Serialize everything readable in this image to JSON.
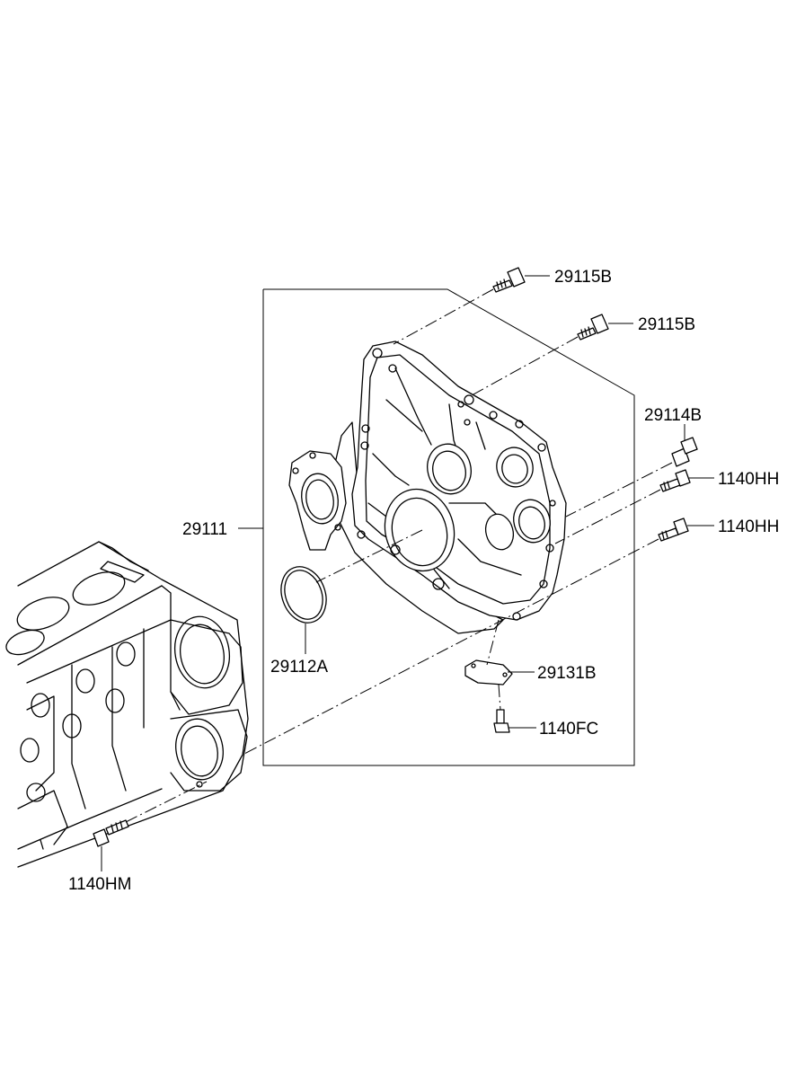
{
  "labels": {
    "bolt_29115b_top": "29115B",
    "bolt_29115b_mid": "29115B",
    "bolt_29114b": "29114B",
    "bolt_1140hh_top": "1140HH",
    "bolt_1140hh_bottom": "1140HH",
    "housing_29111": "29111",
    "seal_29112a": "29112A",
    "cover_29131b": "29131B",
    "bolt_1140fc": "1140FC",
    "bolt_1140hm": "1140HM"
  }
}
